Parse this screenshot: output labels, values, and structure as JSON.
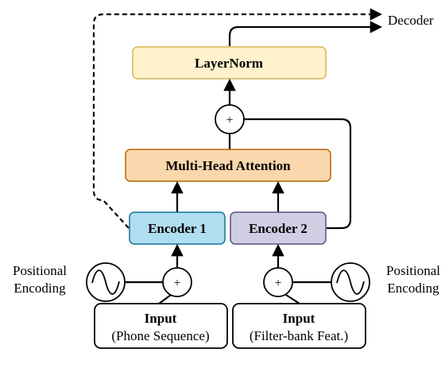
{
  "decoder_label": "Decoder",
  "layernorm_label": "LayerNorm",
  "mha_label": "Multi-Head Attention",
  "encoder1_label": "Encoder 1",
  "encoder2_label": "Encoder 2",
  "add_symbol": "+",
  "pos_enc_left": {
    "line1": "Positional",
    "line2": "Encoding"
  },
  "pos_enc_right": {
    "line1": "Positional",
    "line2": "Encoding"
  },
  "input_left": {
    "title": "Input",
    "subtitle": "(Phone Sequence)"
  },
  "input_right": {
    "title": "Input",
    "subtitle": "(Filter-bank Feat.)"
  },
  "colors": {
    "layernorm_fill": "#FFF2CC",
    "layernorm_stroke": "#D6B656",
    "mha_fill": "#FAD7AC",
    "mha_stroke": "#B46504",
    "encoder1_fill": "#B1DDF0",
    "encoder1_stroke": "#10739E",
    "encoder2_fill": "#D0CEE2",
    "encoder2_stroke": "#56517E"
  }
}
